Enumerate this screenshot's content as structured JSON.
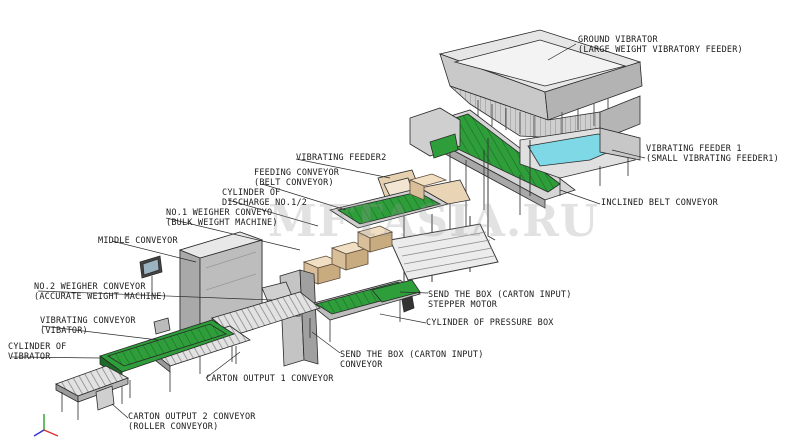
{
  "watermark": "MFTASIA.RU",
  "colors": {
    "green": "#2e9e3a",
    "green_dark": "#1d6b27",
    "cyan": "#7ed8e6",
    "steel": "#d9d9d9",
    "steel_dark": "#9a9a9a",
    "box": "#e8d2b4",
    "line": "#2a2a2a"
  },
  "labels": {
    "ground_vibrator": [
      "GROUND VIBRATOR",
      "(LARGE WEIGHT VIBRATORY FEEDER)"
    ],
    "vibrating_feeder_1": [
      "VIBRATING FEEDER 1",
      "(SMALL VIBRATING FEEDER1)"
    ],
    "inclined_belt": [
      "INCLINED BELT CONVEYOR"
    ],
    "vibrating_feeder_2": [
      "VIBRATING FEEDER2"
    ],
    "feeding_conveyor": [
      "FEEDING CONVEYOR",
      "(BELT CONVEYOR)"
    ],
    "cylinder_discharge": [
      "CYLINDER OF",
      "DISCHARGE NO.1/2"
    ],
    "no1_weigher": [
      "NO.1 WEIGHER CONVEYO",
      "(BULK WEIGHT MACHINE)"
    ],
    "middle_conveyor": [
      "MIDDLE CONVEYOR"
    ],
    "no2_weigher": [
      "NO.2 WEIGHER CONVEYOR",
      "(ACCURATE WEIGHT MACHINE)"
    ],
    "vibrating_conveyor": [
      "VIBRATING CONVEYOR",
      "(VIBATOR)"
    ],
    "cylinder_vibrator": [
      "CYLINDER OF",
      "VIBRATOR"
    ],
    "send_box_input_right": [
      "SEND THE BOX (CARTON INPUT)",
      "STEPPER MOTOR"
    ],
    "cylinder_pressure_box": [
      "CYLINDER OF PRESSURE BOX"
    ],
    "send_box_input_mid": [
      "SEND THE BOX (CARTON INPUT)",
      "CONVEYOR"
    ],
    "carton_output_1": [
      "CARTON OUTPUT 1 CONVEYOR"
    ],
    "carton_output_2": [
      "CARTON OUTPUT 2 CONVEYOR",
      "(ROLLER CONVEYOR)"
    ]
  }
}
